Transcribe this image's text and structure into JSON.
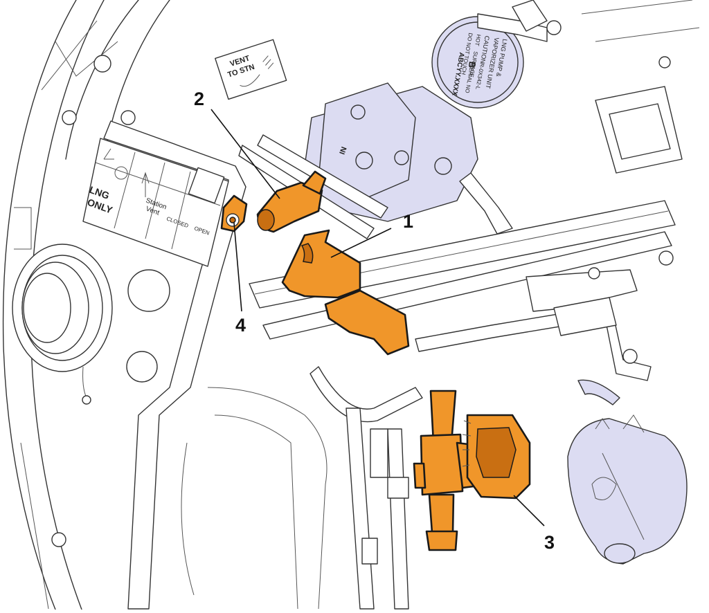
{
  "callouts": [
    {
      "id": "1",
      "label": "1"
    },
    {
      "id": "2",
      "label": "2"
    },
    {
      "id": "3",
      "label": "3"
    },
    {
      "id": "4",
      "label": "4"
    }
  ],
  "decals": {
    "vent_line1": "VENT",
    "vent_line2": "TO STN",
    "lng_line1": "LNG",
    "lng_line2": "ONLY",
    "station_line1": "Station",
    "station_line2": "Vent",
    "closed": "CLOSED",
    "open": "OPEN",
    "in_port": "IN"
  },
  "pump_label": {
    "letter": "B",
    "line1": "HOT",
    "line2": "SURFACE",
    "line3": "DO NOT TOUCH",
    "serial_title": "SERIAL NO",
    "serial": "ABCYY.XXXX",
    "model": "R-0X342-L",
    "maker": "LNG PUMP &",
    "maker2": "VAPORIZER UNIT",
    "caution": "CAUTION"
  },
  "colors": {
    "highlight": "#f0962a",
    "pump_body": "#dcdcf2",
    "outline": "#333333"
  }
}
